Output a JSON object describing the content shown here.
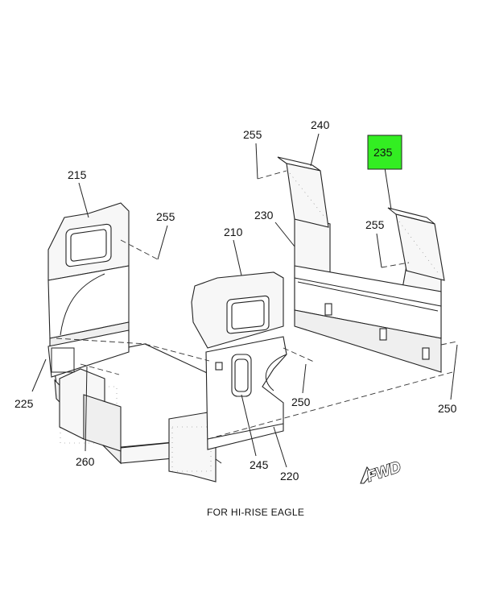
{
  "callouts": {
    "c210": "210",
    "c215": "215",
    "c220": "220",
    "c225": "225",
    "c230": "230",
    "c235": "235",
    "c240": "240",
    "c245": "245",
    "c250a": "250",
    "c250b": "250",
    "c255a": "255",
    "c255b": "255",
    "c255c": "255",
    "c260": "260"
  },
  "caption": "FOR HI-RISE EAGLE",
  "fwd_label": "FWD",
  "colors": {
    "highlight": "#33ee22",
    "line": "#222222"
  }
}
